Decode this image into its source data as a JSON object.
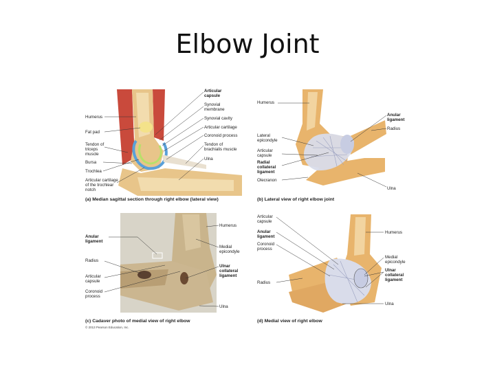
{
  "title": "Elbow Joint",
  "panel_a": {
    "caption": "(a) Median sagittal section through right elbow (lateral view)",
    "labels": {
      "articular_capsule": "Articular\ncapsule",
      "synovial_membrane": "Synovial\nmembrane",
      "synovial_cavity": "Synovial cavity",
      "articular_cartilage": "Articular cartilage",
      "coronoid_process": "Coronoid process",
      "tendon_brachialis": "Tendon of\nbrachialis muscle",
      "ulna": "Ulna",
      "humerus": "Humerus",
      "fat_pad": "Fat pad",
      "tendon_triceps": "Tendon of\ntriceps\nmuscle",
      "bursa": "Bursa",
      "trochlea": "Trochlea",
      "articular_cartilage_trochlear": "Articular cartilage\nof the trochlear\nnotch"
    }
  },
  "panel_b": {
    "caption": "(b) Lateral view of right elbow joint",
    "labels": {
      "humerus": "Humerus",
      "anular_ligament": "Anular\nligament",
      "radius": "Radius",
      "lateral_epicondyle": "Lateral\nepicondyle",
      "articular_capsule": "Articular\ncapsule",
      "radial_collateral": "Radial\ncollateral\nligament",
      "olecranon": "Olecranon",
      "ulna": "Ulna"
    }
  },
  "panel_c": {
    "caption": "(c) Cadaver photo of medial view of right elbow",
    "copyright": "© 2013 Pearson Education, Inc.",
    "labels": {
      "humerus": "Humerus",
      "anular_ligament": "Anular\nligament",
      "medial_epicondyle": "Medial\nepicondyle",
      "radius": "Radius",
      "ulnar_collateral": "Ulnar\ncollateral\nligament",
      "articular_capsule": "Articular\ncapsule",
      "coronoid_process": "Coronoid\nprocess",
      "ulna": "Ulna"
    }
  },
  "panel_d": {
    "caption": "(d) Medial view of right elbow",
    "labels": {
      "articular_capsule": "Articular\ncapsule",
      "anular_ligament": "Anular\nligament",
      "coronoid_process": "Coronoid\nprocess",
      "radius": "Radius",
      "humerus": "Humerus",
      "medial_epicondyle": "Medial\nepicondyle",
      "ulnar_collateral": "Ulnar\ncollateral\nligament",
      "ulna": "Ulna"
    }
  }
}
